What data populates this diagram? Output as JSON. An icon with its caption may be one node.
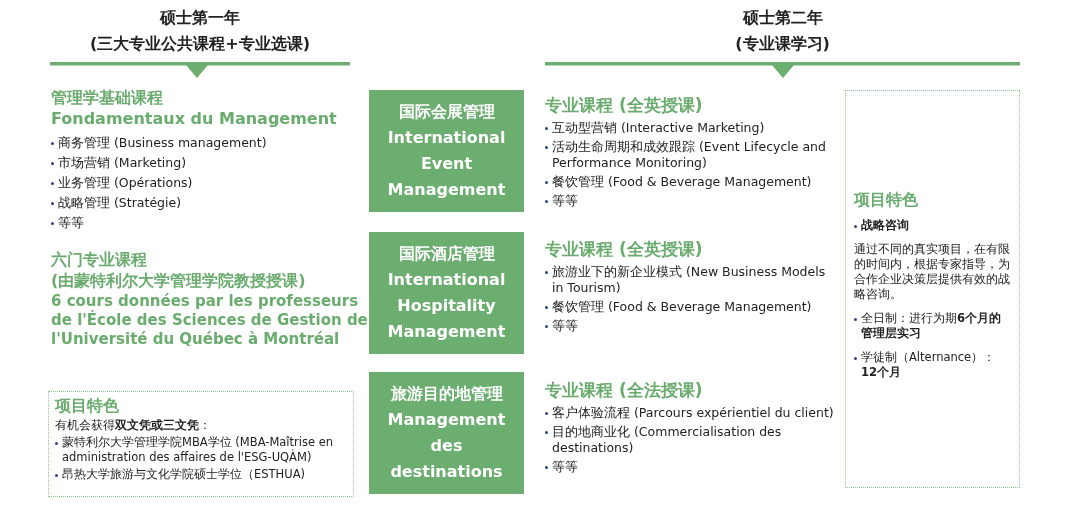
{
  "diagram": {
    "nodes": [
      {
        "text": [
          "项目特色",
          "有机会获得**双文凭或三文凭**：",
          "蒙特利尔大学管理学院MBA学位 (MBA-Maîtrise en administration des affaires de l'ESG-UQÀM)",
          "昂热大学旅游与文化学院硕士学位（ESTHUA)"
        ]
      },
      {
        "text": [
          "国际会展管理",
          "International Event Management"
        ],
        "beside": [
          "专业课程 (全英授课)",
          "互动型营销 (Interactive Marketing)",
          "活动生命周期和成效跟踪 (Event Lifecycle and Performance Monitoring)",
          "餐饮管理 (Food & Beverage Management)",
          "等等"
        ]
      },
      {
        "text": [
          "国际酒店管理",
          "International Hospitality Management"
        ],
        "beside": [
          "专业课程 (全英授课)",
          "旅游业下的新企业模式 (New Business Models in Tourism)",
          "餐饮管理 (Food & Beverage Management)",
          "等等"
        ]
      },
      {
        "text": [
          "旅游目的地管理",
          "Management des destinations"
        ],
        "beside": [
          "专业课程 (全法授课)",
          "客户体验流程 (Parcours expérientiel du client)",
          "目的地商业化 (Commercialisation des destinations)",
          "等等"
        ]
      },
      {
        "text": [
          "项目特色",
          "战略咨询",
          "通过不同的真实项目，在有限的时间内，根据专家指导，为合作企业决策层提供有效的战略咨询。",
          "全日制：进行为期**6个月的管理层实习**",
          "学徒制（Alternance）：**12个月**"
        ]
      }
    ],
    "labels": [
      "硕士第一年",
      "(三大专业公共课程+专业选课)",
      "硕士第二年",
      "(专业课学习)",
      "管理学基础课程",
      "Fondamentaux du Management",
      "商务管理 (Business management)",
      "市场营销 (Marketing)",
      "业务管理 (Opérations)",
      "战略管理 (Stratégie)",
      "等等",
      "六门专业课程",
      "(由蒙特利尔大学管理学院教授授课)",
      "6 cours données par les professeurs de l'École des Sciences de Gestion de l'Université du Québec à Montréal"
    ]
  }
}
